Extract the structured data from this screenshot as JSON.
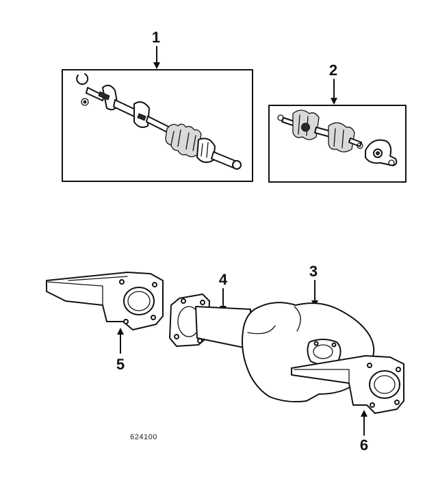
{
  "callouts": [
    {
      "id": "1",
      "label": "1"
    },
    {
      "id": "2",
      "label": "2"
    },
    {
      "id": "3",
      "label": "3"
    },
    {
      "id": "4",
      "label": "4"
    },
    {
      "id": "5",
      "label": "5"
    },
    {
      "id": "6",
      "label": "6"
    }
  ],
  "catalog_number": "624100"
}
